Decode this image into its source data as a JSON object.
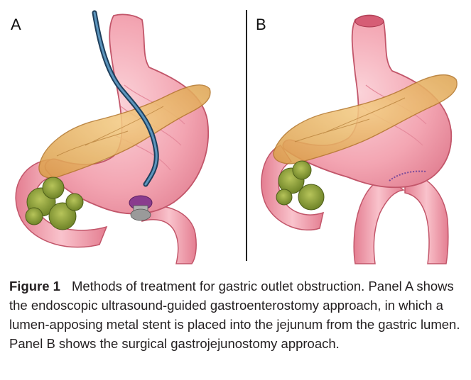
{
  "figure": {
    "panel_a_label": "A",
    "panel_b_label": "B",
    "illustration_a": "stomach-with-endoscopic-stent",
    "illustration_b": "stomach-with-surgical-anastomosis"
  },
  "caption": {
    "label": "Figure 1",
    "text": "Methods of treatment for gastric outlet obstruction. Panel A shows the endoscopic ultrasound-guided gastroenterostomy approach, in which a lumen-apposing metal stent is placed into the jejunum from the gastric lumen. Panel B shows the surgical gastrojejunostomy approach."
  },
  "colors": {
    "stomach": "#f2a6b1",
    "stomach_outline": "#c2566a",
    "pancreas": "#e8b25e",
    "tumor": "#8ea33a",
    "endoscope": "#2e5f86",
    "stent": "#8a3c8e"
  }
}
